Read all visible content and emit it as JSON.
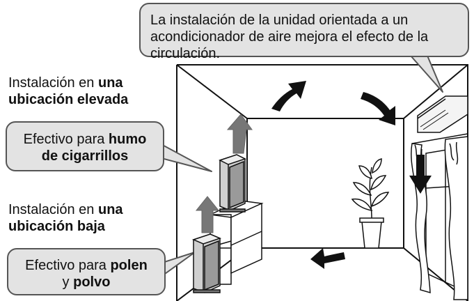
{
  "ac_callout": {
    "line1": "La instalación de la unidad orientada a un",
    "line2": "acondicionador de aire mejora el efecto de la circulación."
  },
  "high_location": {
    "prefix": "Instalación en ",
    "bold1": "una",
    "bold2": "ubicación elevada"
  },
  "smoke_callout": {
    "prefix": "Efectivo para ",
    "bold1": "humo",
    "bold2": "de cigarrillos"
  },
  "low_location": {
    "prefix": "Instalación en ",
    "bold1": "una",
    "bold2": "ubicación baja"
  },
  "pollen_callout": {
    "prefix": "Efectivo para ",
    "bold1": "polen",
    "conj": "y ",
    "bold2": "polvo"
  },
  "colors": {
    "callout_fill": "#e3e3e3",
    "callout_border": "#555555",
    "airflow_arrow_black": "#111111",
    "airflow_arrow_grey": "#777777"
  }
}
